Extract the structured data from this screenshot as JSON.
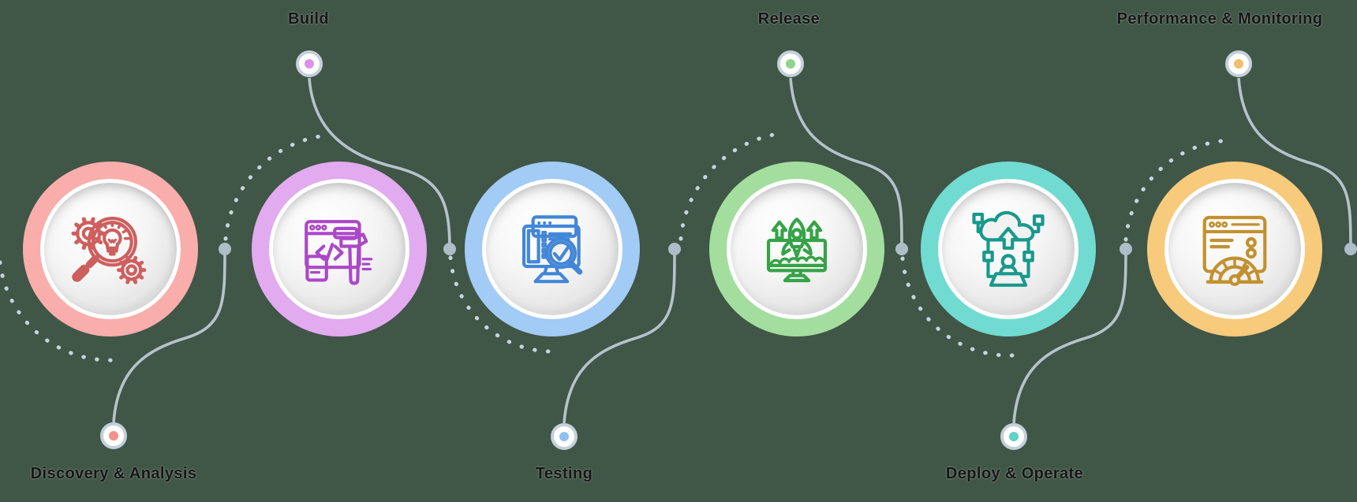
{
  "diagram": {
    "background": "#405647",
    "label_color": "#161616",
    "connector_colors": {
      "line": "#B5C3CC",
      "dots": "#C7D4DD",
      "endpoint": "#ADBEC8",
      "node_ring": "#C4D0DA"
    },
    "stages": [
      {
        "label": "Discovery & Analysis",
        "label_position": "bottom",
        "icon": "magnifier-lightbulb-gears-icon",
        "accent": {
          "ring": "#F9AEAB",
          "icon": "#CE5F5F",
          "dot": "#F2918D"
        }
      },
      {
        "label": "Build",
        "label_position": "top",
        "icon": "browser-code-hammer-icon",
        "accent": {
          "ring": "#E2AAEF",
          "icon": "#AC48C8",
          "dot": "#DC92E8"
        }
      },
      {
        "label": "Testing",
        "label_position": "bottom",
        "icon": "monitor-magnifier-check-icon",
        "accent": {
          "ring": "#A2CBF5",
          "icon": "#4287D7",
          "dot": "#8FC2F1"
        }
      },
      {
        "label": "Release",
        "label_position": "top",
        "icon": "monitor-rocket-launch-icon",
        "accent": {
          "ring": "#A3DE9F",
          "icon": "#35A346",
          "dot": "#8FD48D"
        }
      },
      {
        "label": "Deploy & Operate",
        "label_position": "bottom",
        "icon": "cloud-upload-operator-icon",
        "accent": {
          "ring": "#72DBD1",
          "icon": "#18998C",
          "dot": "#5ED2C7"
        }
      },
      {
        "label": "Performance & Monitoring",
        "label_position": "top",
        "icon": "browser-speedometer-icon",
        "accent": {
          "ring": "#F8CA7C",
          "icon": "#C2912F",
          "dot": "#F2BF6D"
        }
      }
    ]
  }
}
